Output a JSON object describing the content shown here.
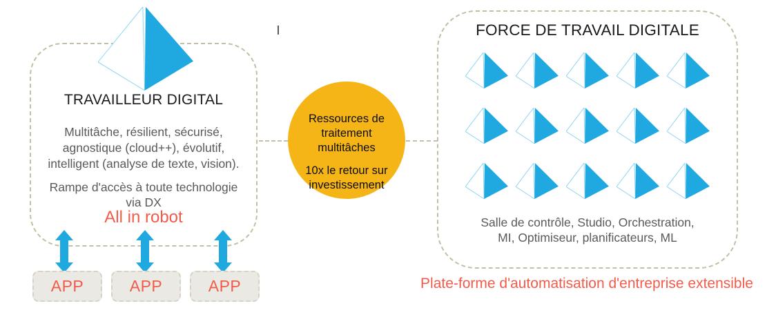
{
  "colors": {
    "blue": "#20A8E0",
    "blue_light": "#8ED5F2",
    "yellow": "#F6B517",
    "red": "#F15B4B",
    "gray_text": "#59595B",
    "dash_border": "#C4BEA4",
    "app_fill": "#EBE9E3"
  },
  "digital_worker": {
    "title": "TRAVAILLEUR DIGITAL",
    "description_lines": [
      "Multitâche, résilient, sécurisé,",
      "agnostique (cloud++), évolutif,",
      "intelligent (analyse de texte, vision)."
    ],
    "ramp_lines": [
      "Rampe d'accès à toute technologie",
      "via DX"
    ],
    "highlight": "All in robot",
    "apps": [
      "APP",
      "APP",
      "APP"
    ]
  },
  "connector_circle": {
    "block1_lines": [
      "Ressources de",
      "traitement",
      "multitâches"
    ],
    "block2_lines": [
      "10x le retour sur",
      "investissement"
    ]
  },
  "workforce": {
    "title": "FORCE DE TRAVAIL DIGITALE",
    "grid": {
      "rows": 3,
      "cols": 5
    },
    "components_lines": [
      "Salle de contrôle, Studio, Orchestration,",
      "MI, Optimiseur, planificateurs, ML"
    ]
  },
  "caption": "Plate-forme d'automatisation d'entreprise extensible"
}
